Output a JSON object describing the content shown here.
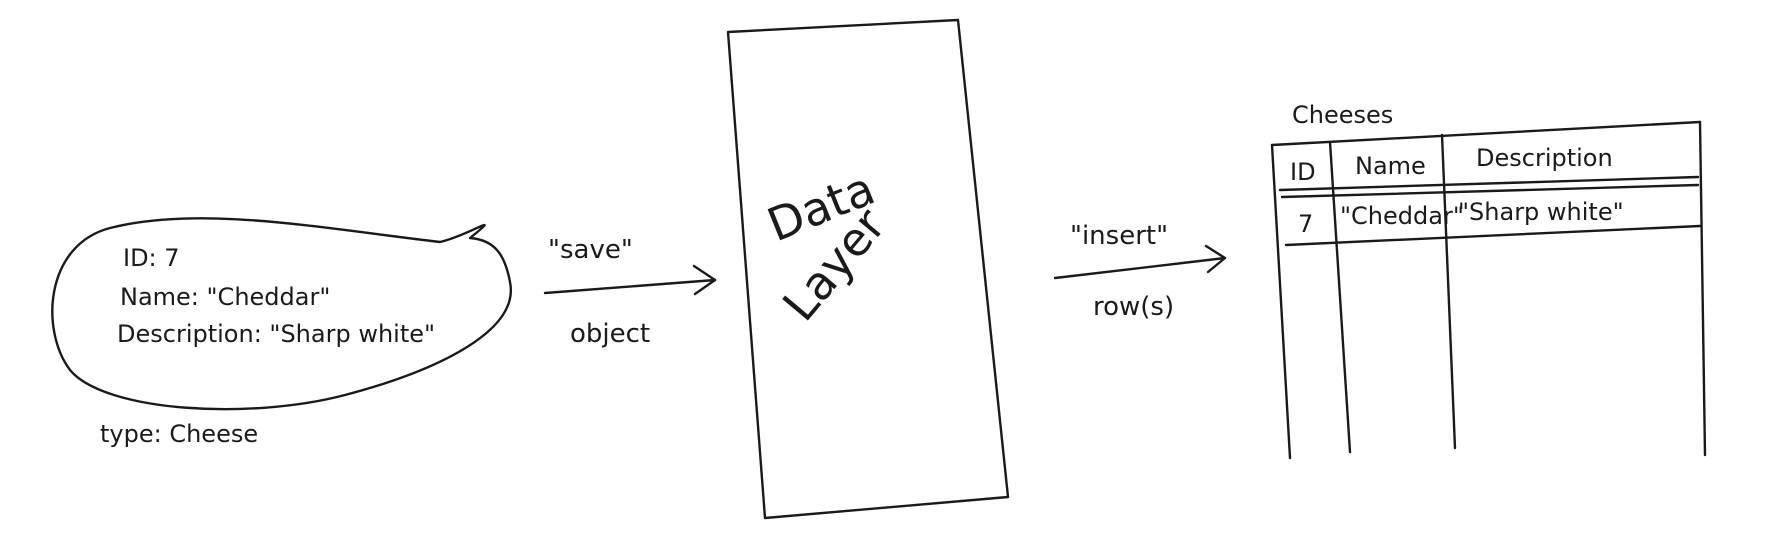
{
  "object": {
    "id_line": "ID: 7",
    "name_line": "Name: \"Cheddar\"",
    "description_line": "Description: \"Sharp white\"",
    "type_label": "type: Cheese"
  },
  "save_arrow": {
    "top_label": "\"save\"",
    "bottom_label": "object"
  },
  "data_layer": {
    "line1": "Data",
    "line2": "Layer"
  },
  "insert_arrow": {
    "top_label": "\"insert\"",
    "bottom_label": "row(s)"
  },
  "table": {
    "title": "Cheeses",
    "headers": [
      "ID",
      "Name",
      "Description"
    ],
    "rows": [
      [
        "7",
        "\"Cheddar\"",
        "\"Sharp white\""
      ]
    ]
  }
}
